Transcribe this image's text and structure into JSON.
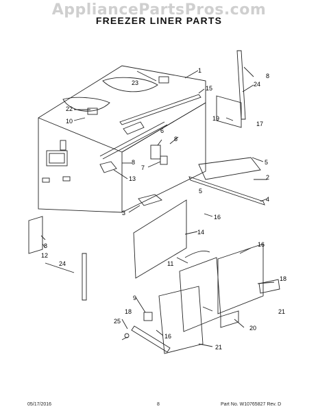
{
  "header": {
    "watermark": "AppliancePartsPros.com",
    "title": "FREEZER LINER PARTS"
  },
  "callouts": [
    "1",
    "2",
    "3",
    "4",
    "5",
    "5",
    "6",
    "7",
    "8",
    "8",
    "8",
    "8",
    "9",
    "10",
    "11",
    "12",
    "13",
    "14",
    "15",
    "16",
    "16",
    "16",
    "17",
    "18",
    "18",
    "19",
    "20",
    "21",
    "21",
    "22",
    "23",
    "24",
    "24",
    "25"
  ],
  "footer": {
    "date": "05/17/2016",
    "page": "8",
    "part_number": "Part No.  W10765827  Rev.  D"
  }
}
